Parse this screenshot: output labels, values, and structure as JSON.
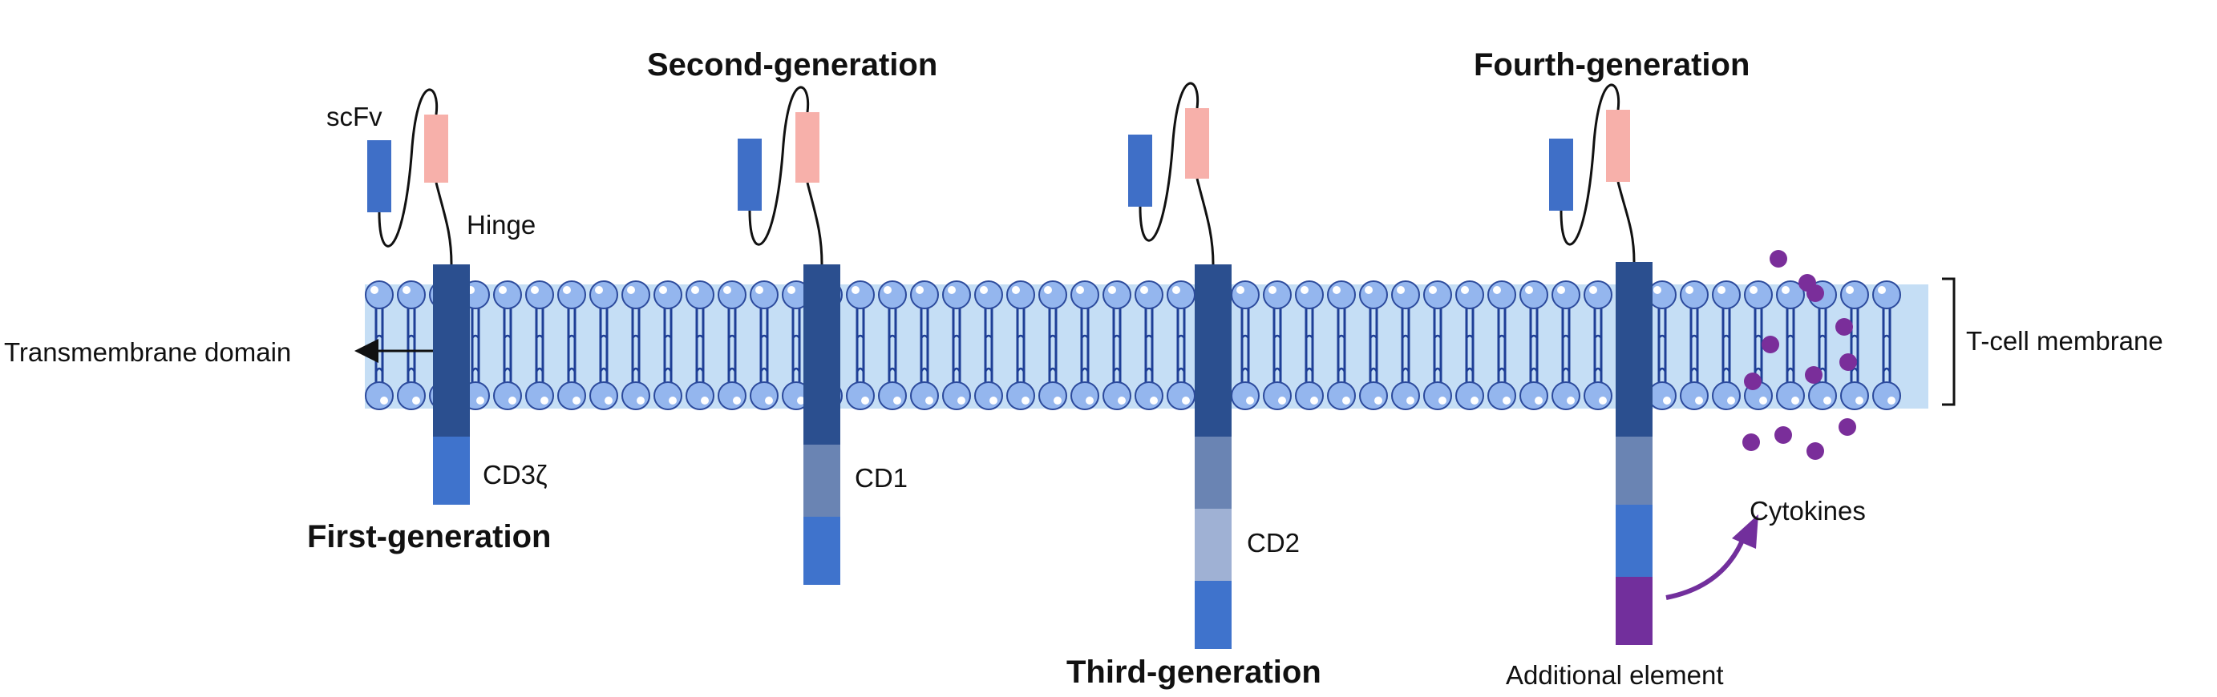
{
  "labels": {
    "scfv": "scFv",
    "hinge": "Hinge",
    "transmembrane_domain": "Transmembrane domain",
    "cd3z": "CD3ζ",
    "cd1": "CD1",
    "cd2": "CD2",
    "t_cell_membrane": "T-cell membrane",
    "cytokines": "Cytokines",
    "additional_element": "Additional element"
  },
  "generations": [
    {
      "title": "First-generation",
      "domains": [
        "CD3ζ"
      ]
    },
    {
      "title": "Second-generation",
      "domains": [
        "CD1",
        "CD3ζ"
      ]
    },
    {
      "title": "Third-generation",
      "domains": [
        "CD1",
        "CD2",
        "CD3ζ"
      ]
    },
    {
      "title": "Fourth-generation",
      "domains": [
        "CD1",
        "CD3ζ",
        "Additional element"
      ]
    }
  ],
  "colors": {
    "membrane_band": "#c5def5",
    "lipid_head": "#94b6ee",
    "lipid_head_stroke": "#2c4a9c",
    "lipid_tail": "#1f3f96",
    "transmembrane": "#2b4f8f",
    "vh": "#3f6fc7",
    "vl": "#f7b0aa",
    "cd1": "#6a84b3",
    "cd2": "#9fb1d4",
    "cd3z": "#3f73cc",
    "additional_element": "#722f9c",
    "cytokine": "#7a2e9a"
  }
}
